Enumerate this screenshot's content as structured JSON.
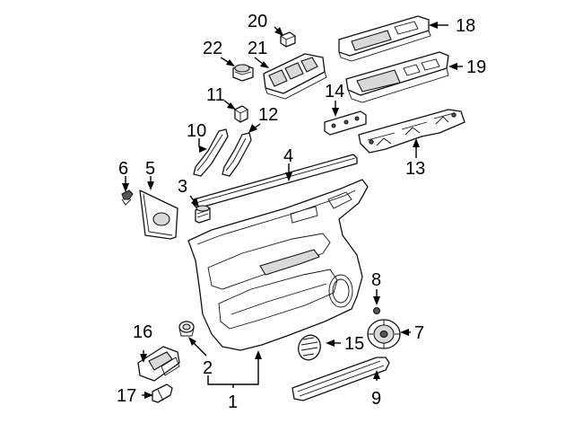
{
  "callouts": {
    "c1": "1",
    "c2": "2",
    "c3": "3",
    "c4": "4",
    "c5": "5",
    "c6": "6",
    "c7": "7",
    "c8": "8",
    "c9": "9",
    "c10": "10",
    "c11": "11",
    "c12": "12",
    "c13": "13",
    "c14": "14",
    "c15": "15",
    "c16": "16",
    "c17": "17",
    "c18": "18",
    "c19": "19",
    "c20": "20",
    "c21": "21",
    "c22": "22"
  },
  "colors": {
    "line": "#111111",
    "shade": "#d9d9d9",
    "background": "#ffffff"
  }
}
